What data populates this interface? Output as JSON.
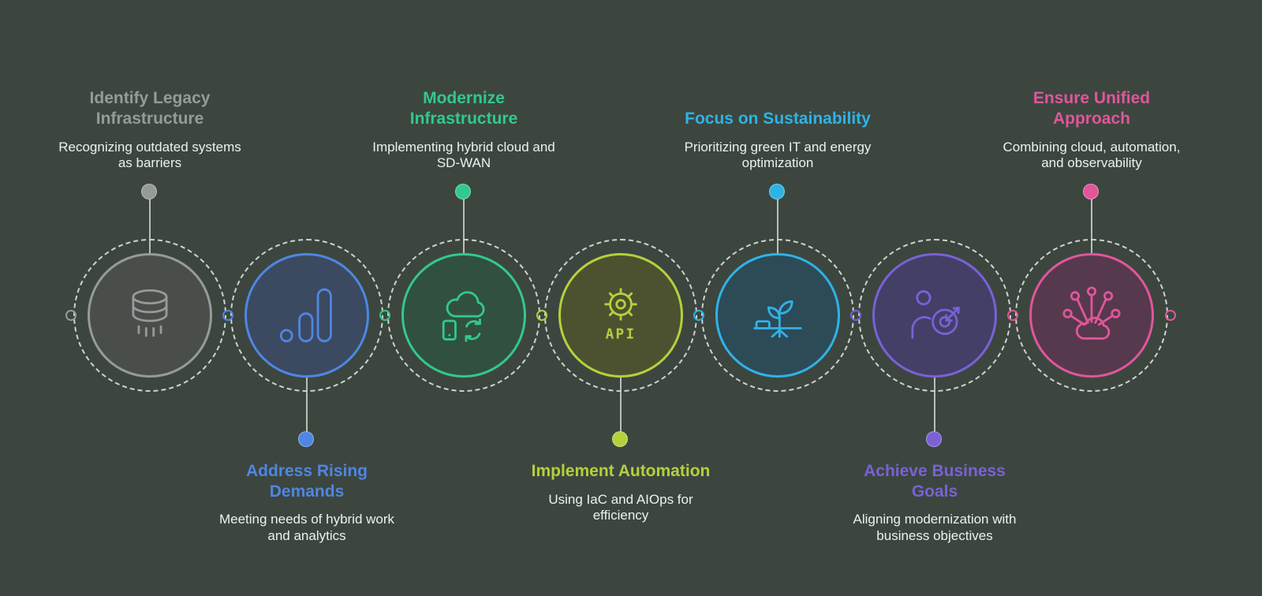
{
  "canvas": {
    "background": "#3c463f"
  },
  "steps": [
    {
      "title": "Identify Legacy\nInfrastructure",
      "description": "Recognizing outdated systems\nas barriers",
      "color": "#969b99",
      "fill": "#4a4e4b",
      "icon": "database-icon",
      "label_position": "top"
    },
    {
      "title": "Address Rising\nDemands",
      "description": "Meeting needs of hybrid work\nand analytics",
      "color": "#4f86e3",
      "fill": "#3b4a60",
      "icon": "analytics-bars-icon",
      "label_position": "bottom"
    },
    {
      "title": "Modernize\nInfrastructure",
      "description": "Implementing hybrid cloud and\nSD-WAN",
      "color": "#31c98c",
      "fill": "#32503f",
      "icon": "hybrid-cloud-sync-icon",
      "label_position": "top"
    },
    {
      "title": "Implement Automation",
      "description": "Using IaC and AIOps for\nefficiency",
      "color": "#b6d03c",
      "fill": "#4c5230",
      "icon": "gear-api-icon",
      "label_position": "bottom"
    },
    {
      "title": "Focus on Sustainability",
      "description": "Prioritizing green IT and energy\noptimization",
      "color": "#2eb3e6",
      "fill": "#2d4a57",
      "icon": "sprout-icon",
      "label_position": "top"
    },
    {
      "title": "Achieve Business\nGoals",
      "description": "Aligning modernization with\nbusiness objectives",
      "color": "#7a61d6",
      "fill": "#433f67",
      "icon": "person-target-icon",
      "label_position": "bottom"
    },
    {
      "title": "Ensure Unified\nApproach",
      "description": "Combining cloud, automation,\nand observability",
      "color": "#e0569a",
      "fill": "#56394d",
      "icon": "cloud-network-icon",
      "label_position": "top"
    }
  ],
  "gap_dots": [
    "#969b99",
    "#4f86e3",
    "#31c98c",
    "#b6d03c",
    "#2eb3e6",
    "#7a61d6",
    "#e0569a",
    "#e0569a"
  ]
}
